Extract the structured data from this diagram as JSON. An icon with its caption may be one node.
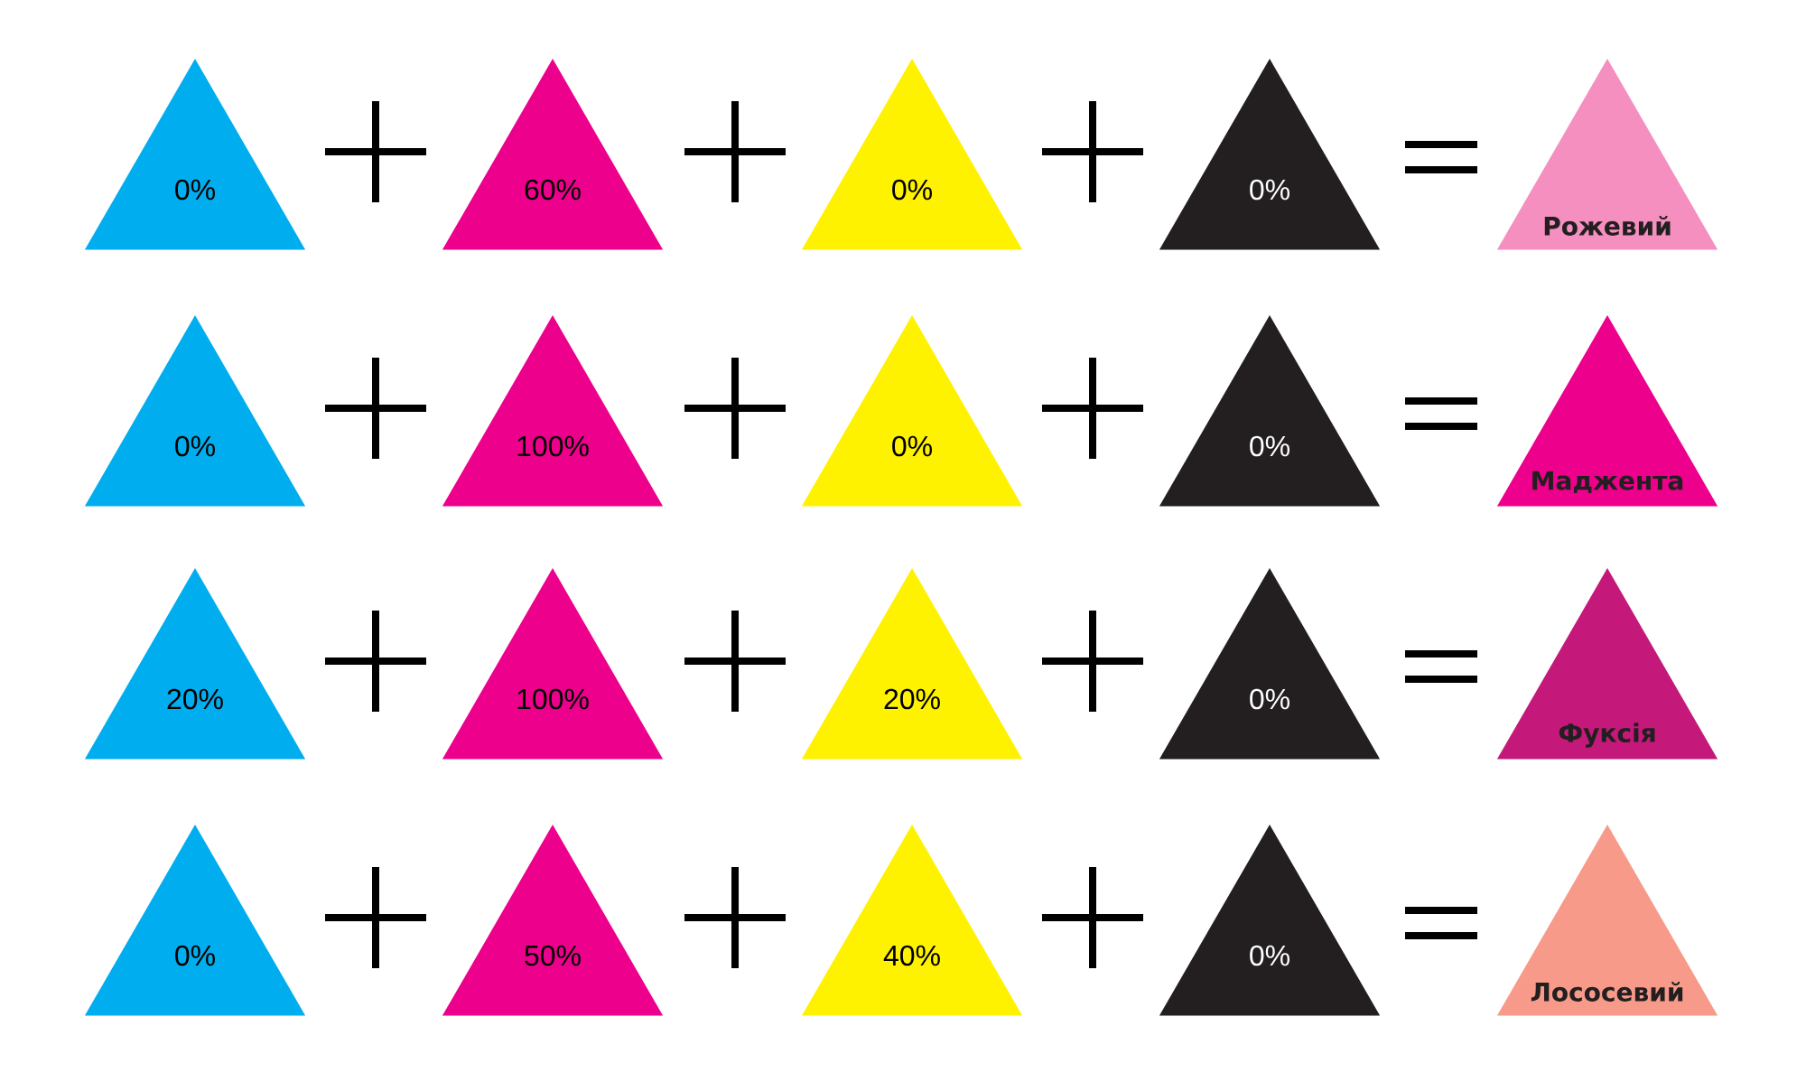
{
  "diagram": {
    "nodes": [
      {
        "text": [
          "0%"
        ]
      },
      {
        "text": [
          "60%"
        ]
      },
      {
        "text": [
          "0%"
        ]
      },
      {
        "text": [
          "0%"
        ]
      },
      {
        "text": [
          "Рожевий"
        ]
      },
      {
        "text": [
          "0%"
        ]
      },
      {
        "text": [
          "100%"
        ]
      },
      {
        "text": [
          "0%"
        ]
      },
      {
        "text": [
          "0%"
        ]
      },
      {
        "text": [
          "Маджента"
        ]
      },
      {
        "text": [
          "20%"
        ]
      },
      {
        "text": [
          "100%"
        ]
      },
      {
        "text": [
          "20%"
        ]
      },
      {
        "text": [
          "0%"
        ]
      },
      {
        "text": [
          "Фуксія"
        ]
      },
      {
        "text": [
          "0%"
        ]
      },
      {
        "text": [
          "50%"
        ]
      },
      {
        "text": [
          "40%"
        ]
      },
      {
        "text": [
          "0%"
        ]
      },
      {
        "text": [
          "Лососевий"
        ]
      }
    ]
  }
}
